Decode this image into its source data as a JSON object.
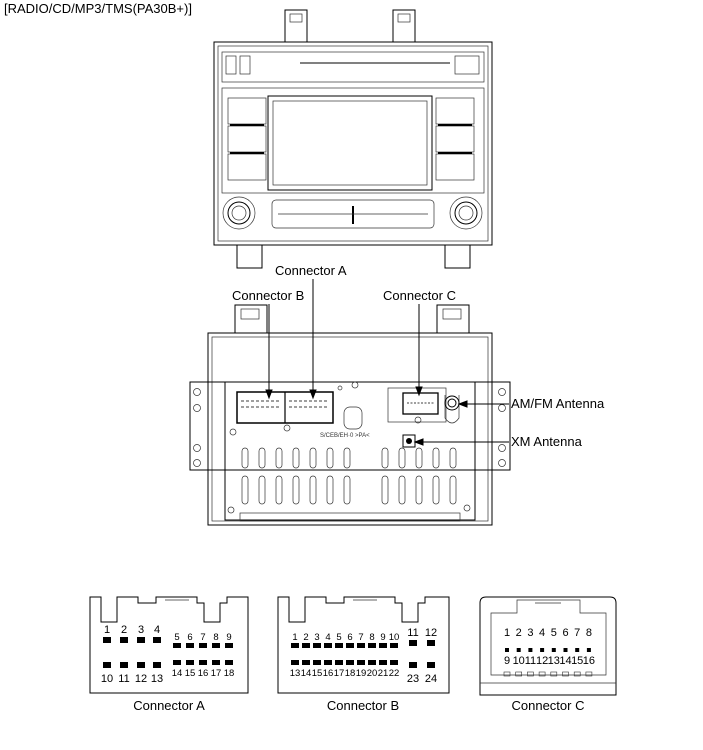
{
  "title": "[RADIO/CD/MP3/TMS(PA30B+)]",
  "callouts": {
    "connector_a": "Connector A",
    "connector_b": "Connector B",
    "connector_c": "Connector C",
    "am_fm_antenna": "AM/FM Antenna",
    "xm_antenna": "XM Antenna"
  },
  "connectors": {
    "a": {
      "label": "Connector A",
      "top_large": [
        "1",
        "2",
        "3",
        "4"
      ],
      "top_small": [
        "5",
        "6",
        "7",
        "8",
        "9"
      ],
      "bottom_large": [
        "10",
        "11",
        "12",
        "13"
      ],
      "bottom_small": [
        "14",
        "15",
        "16",
        "17",
        "18"
      ]
    },
    "b": {
      "label": "Connector B",
      "top_small": [
        "1",
        "2",
        "3",
        "4",
        "5",
        "6",
        "7",
        "8",
        "9",
        "10"
      ],
      "top_large": [
        "11",
        "12"
      ],
      "bottom_small": [
        "13",
        "14",
        "15",
        "16",
        "17",
        "18",
        "19",
        "20",
        "21",
        "22"
      ],
      "bottom_large": [
        "23",
        "24"
      ]
    },
    "c": {
      "label": "Connector C",
      "top": [
        "1",
        "2",
        "3",
        "4",
        "5",
        "6",
        "7",
        "8"
      ],
      "bottom": [
        "9",
        "10",
        "11",
        "12",
        "13",
        "14",
        "15",
        "16"
      ]
    }
  }
}
